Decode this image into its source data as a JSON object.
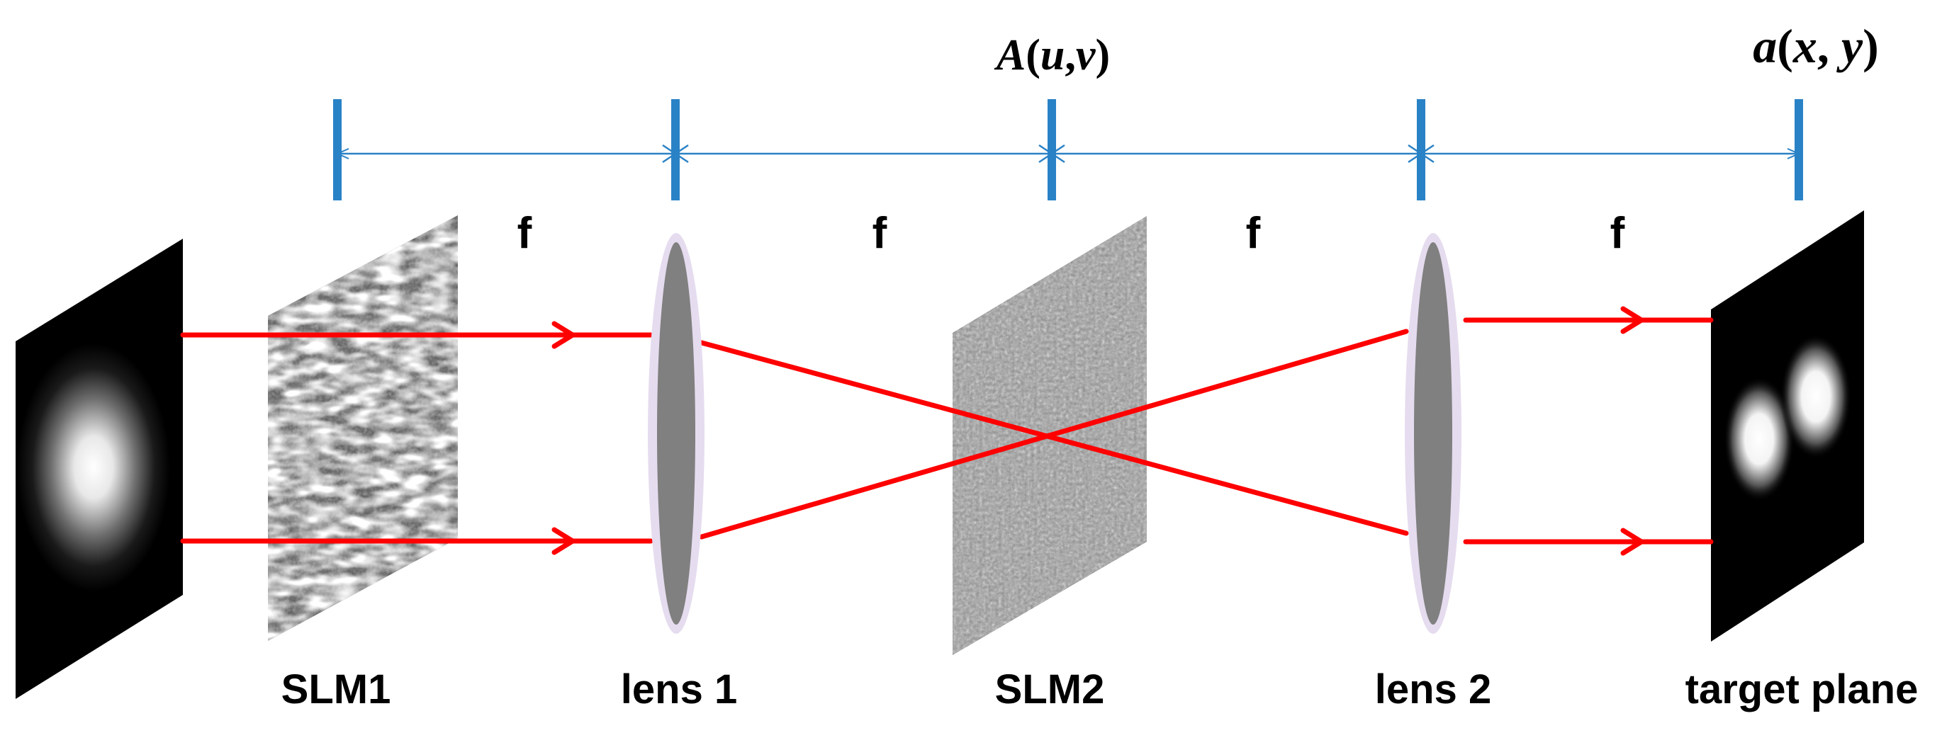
{
  "diagram": {
    "labels": {
      "slm1": "SLM1",
      "lens1": "lens 1",
      "slm2": "SLM2",
      "lens2": "lens 2",
      "target_plane": "target plane",
      "focal_length": "f",
      "fourier_field": {
        "fn": "A",
        "open": "(",
        "var1": "u",
        "sep": ",",
        "var2": "v",
        "close": ")"
      },
      "output_field": {
        "fn": "a",
        "open": "(",
        "var1": "x",
        "sep": ", ",
        "var2": "y",
        "close": ")"
      }
    },
    "colors": {
      "beam": "#ff0000",
      "dimension_line": "#2a82c6",
      "lens_fill": "#808080",
      "lens_rim": "#e6dcef",
      "text": "#000000"
    }
  }
}
